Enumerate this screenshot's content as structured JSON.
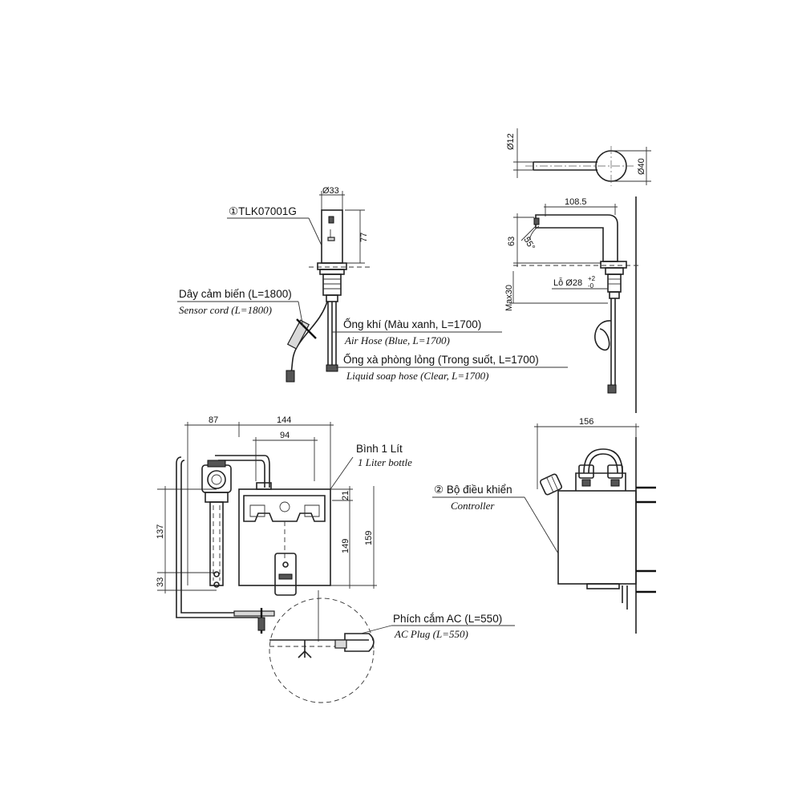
{
  "labels": {
    "faucet_model": "①TLK07001G",
    "sensor_cord_vi": "Dây cảm biến (L=1800)",
    "sensor_cord_en": "Sensor cord (L=1800)",
    "air_hose_vi": "Ống khí (Màu xanh, L=1700)",
    "air_hose_en": "Air Hose (Blue, L=1700)",
    "soap_hose_vi": "Ống xà phòng lỏng (Trong suốt, L=1700)",
    "soap_hose_en": "Liquid soap hose (Clear, L=1700)",
    "bottle_vi": "Bình 1 Lít",
    "bottle_en": "1 Liter bottle",
    "controller_vi": "② Bộ điều khiển",
    "controller_en": "Controller",
    "ac_plug_vi": "Phích cắm AC (L=550)",
    "ac_plug_en": "AC Plug (L=550)"
  },
  "dimensions": {
    "d33": "Ø33",
    "d77": "77",
    "d12": "Ø12",
    "d40": "Ø40",
    "d108_5": "108.5",
    "d63": "63",
    "angle55": "55°",
    "hole": "Lỗ Ø28",
    "hole_tol": "+2",
    "hole_tol2": "-0",
    "max30": "Max30",
    "d87": "87",
    "d144": "144",
    "d94": "94",
    "d21": "21",
    "d137": "137",
    "d149": "149",
    "d159": "159",
    "d33b": "33",
    "d156": "156"
  }
}
